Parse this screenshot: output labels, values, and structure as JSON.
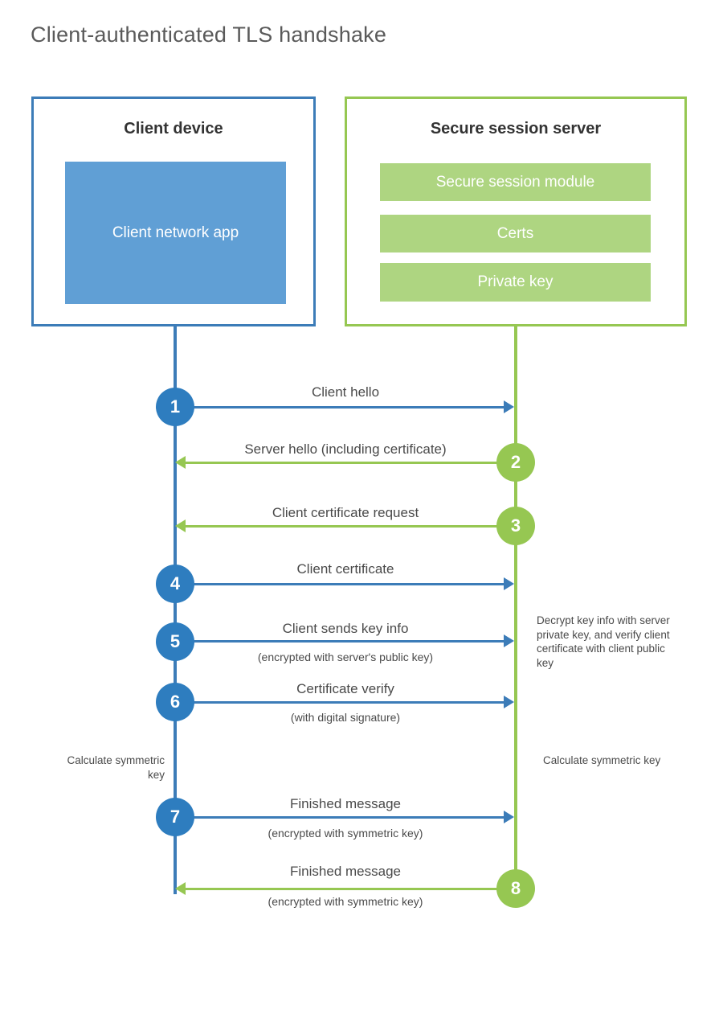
{
  "title": "Client-authenticated TLS handshake",
  "entities": {
    "client": {
      "title": "Client device",
      "app_label": "Client network app",
      "color": "#3c7cb8",
      "fill": "#609fd5"
    },
    "server": {
      "title": "Secure session server",
      "color": "#96c752",
      "fill": "#aed581",
      "modules": [
        {
          "label": "Secure session module"
        },
        {
          "label": "Certs"
        },
        {
          "label": "Private key"
        }
      ]
    }
  },
  "steps": [
    {
      "number": "1",
      "label": "Client hello",
      "sub": "",
      "direction": "client-to-server",
      "color": "blue"
    },
    {
      "number": "2",
      "label": "Server hello (including certificate)",
      "sub": "",
      "direction": "server-to-client",
      "color": "green"
    },
    {
      "number": "3",
      "label": "Client certificate request",
      "sub": "",
      "direction": "server-to-client",
      "color": "green"
    },
    {
      "number": "4",
      "label": "Client certificate",
      "sub": "",
      "direction": "client-to-server",
      "color": "blue"
    },
    {
      "number": "5",
      "label": "Client sends key info",
      "sub": "(encrypted with server's public key)",
      "direction": "client-to-server",
      "color": "blue"
    },
    {
      "number": "6",
      "label": "Certificate verify",
      "sub": "(with digital signature)",
      "direction": "client-to-server",
      "color": "blue"
    },
    {
      "number": "7",
      "label": "Finished message",
      "sub": "(encrypted with symmetric key)",
      "direction": "client-to-server",
      "color": "blue"
    },
    {
      "number": "8",
      "label": "Finished message",
      "sub": "(encrypted with symmetric key)",
      "direction": "server-to-client",
      "color": "green"
    }
  ],
  "annotations": {
    "server_decrypt": "Decrypt key info with server private key, and verify client certificate with client public key",
    "client_calculate": "Calculate symmetric key",
    "server_calculate": "Calculate symmetric key"
  },
  "colors": {
    "blue_stroke": "#3c7cb8",
    "blue_circle": "#2e7dbf",
    "blue_fill": "#609fd5",
    "green_stroke": "#96c752",
    "green_fill": "#aed581",
    "text": "#4a4a4a",
    "title": "#5a5a5a"
  }
}
